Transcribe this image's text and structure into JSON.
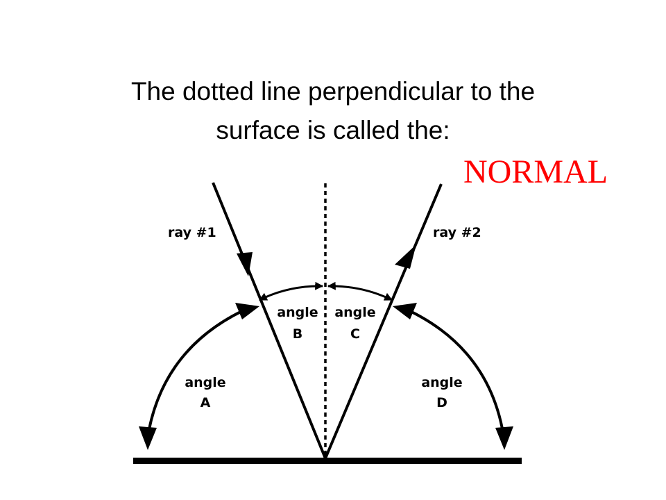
{
  "title": {
    "line1": "The dotted line perpendicular to the",
    "line2": "surface is called the:"
  },
  "answer": {
    "text": "NORMAL",
    "color": "#ff0000"
  },
  "diagram": {
    "ray1_label": "ray #1",
    "ray2_label": "ray #2",
    "angle_a": {
      "word": "angle",
      "letter": "A"
    },
    "angle_b": {
      "word": "angle",
      "letter": "B"
    },
    "angle_c": {
      "word": "angle",
      "letter": "C"
    },
    "angle_d": {
      "word": "angle",
      "letter": "D"
    }
  }
}
